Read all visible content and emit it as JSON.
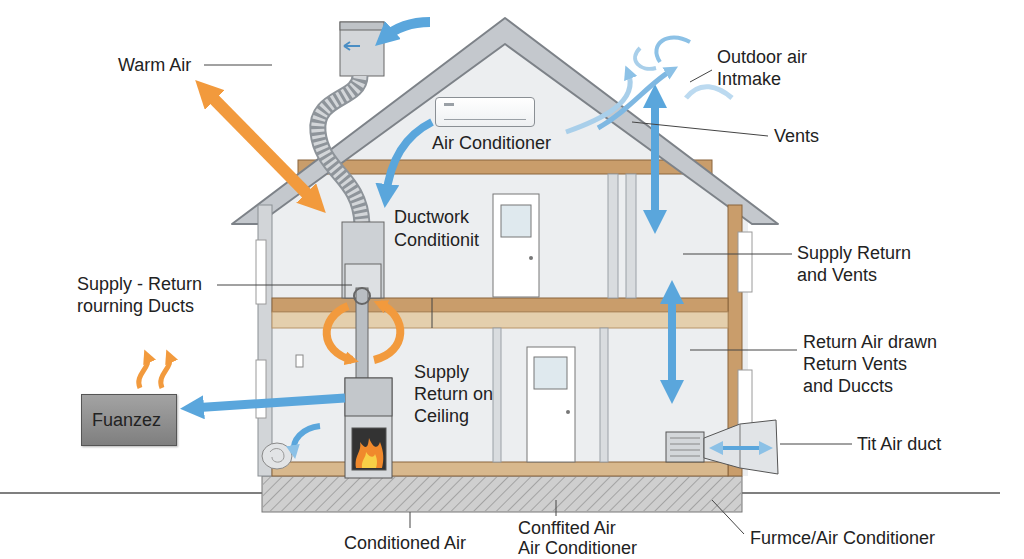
{
  "diagram": {
    "nodes": [
      {
        "text": [
          "Air Conditioner"
        ]
      },
      {
        "text": [
          "Fuanzez"
        ]
      }
    ],
    "labels": [
      "Outdoor air Intmake",
      "Warm Air",
      "Vents",
      "Ductwork Conditionit",
      "Supply Return and Vents",
      "Supply - Return rourning Ducts",
      "Return Air drawn Return Vents and Duccts",
      "Supply Return on Ceiling",
      "Tit Air duct",
      "Conditioned Air",
      "Conffited Air Air Conditioner",
      "Furmce/Air Conditioner"
    ]
  }
}
